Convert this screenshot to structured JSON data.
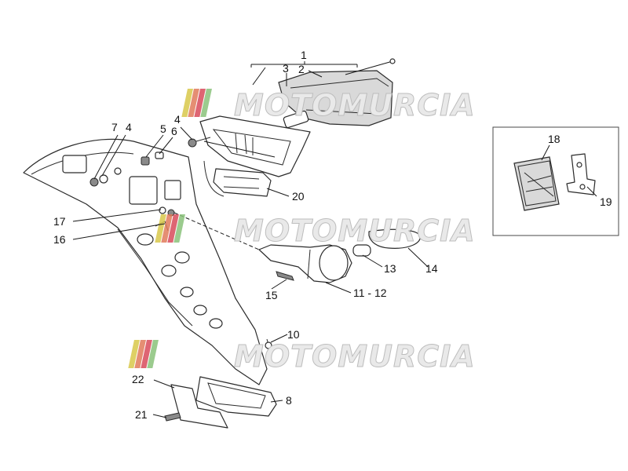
{
  "diagram": {
    "callouts": {
      "c1": "1",
      "c2": "2",
      "c3": "3",
      "c4a": "4",
      "c4b": "4",
      "c5": "5",
      "c6": "6",
      "c7": "7",
      "c8": "8",
      "c10": "10",
      "c11_12": "11 - 12",
      "c13": "13",
      "c14": "14",
      "c15": "15",
      "c16": "16",
      "c17": "17",
      "c18": "18",
      "c19": "19",
      "c20": "20",
      "c21": "21",
      "c22": "22"
    },
    "watermark": {
      "text": "MOTOMURCIA",
      "stripe_colors": [
        "#d8c84a",
        "#e07a5a",
        "#d84a5a",
        "#8ac27a"
      ]
    }
  }
}
